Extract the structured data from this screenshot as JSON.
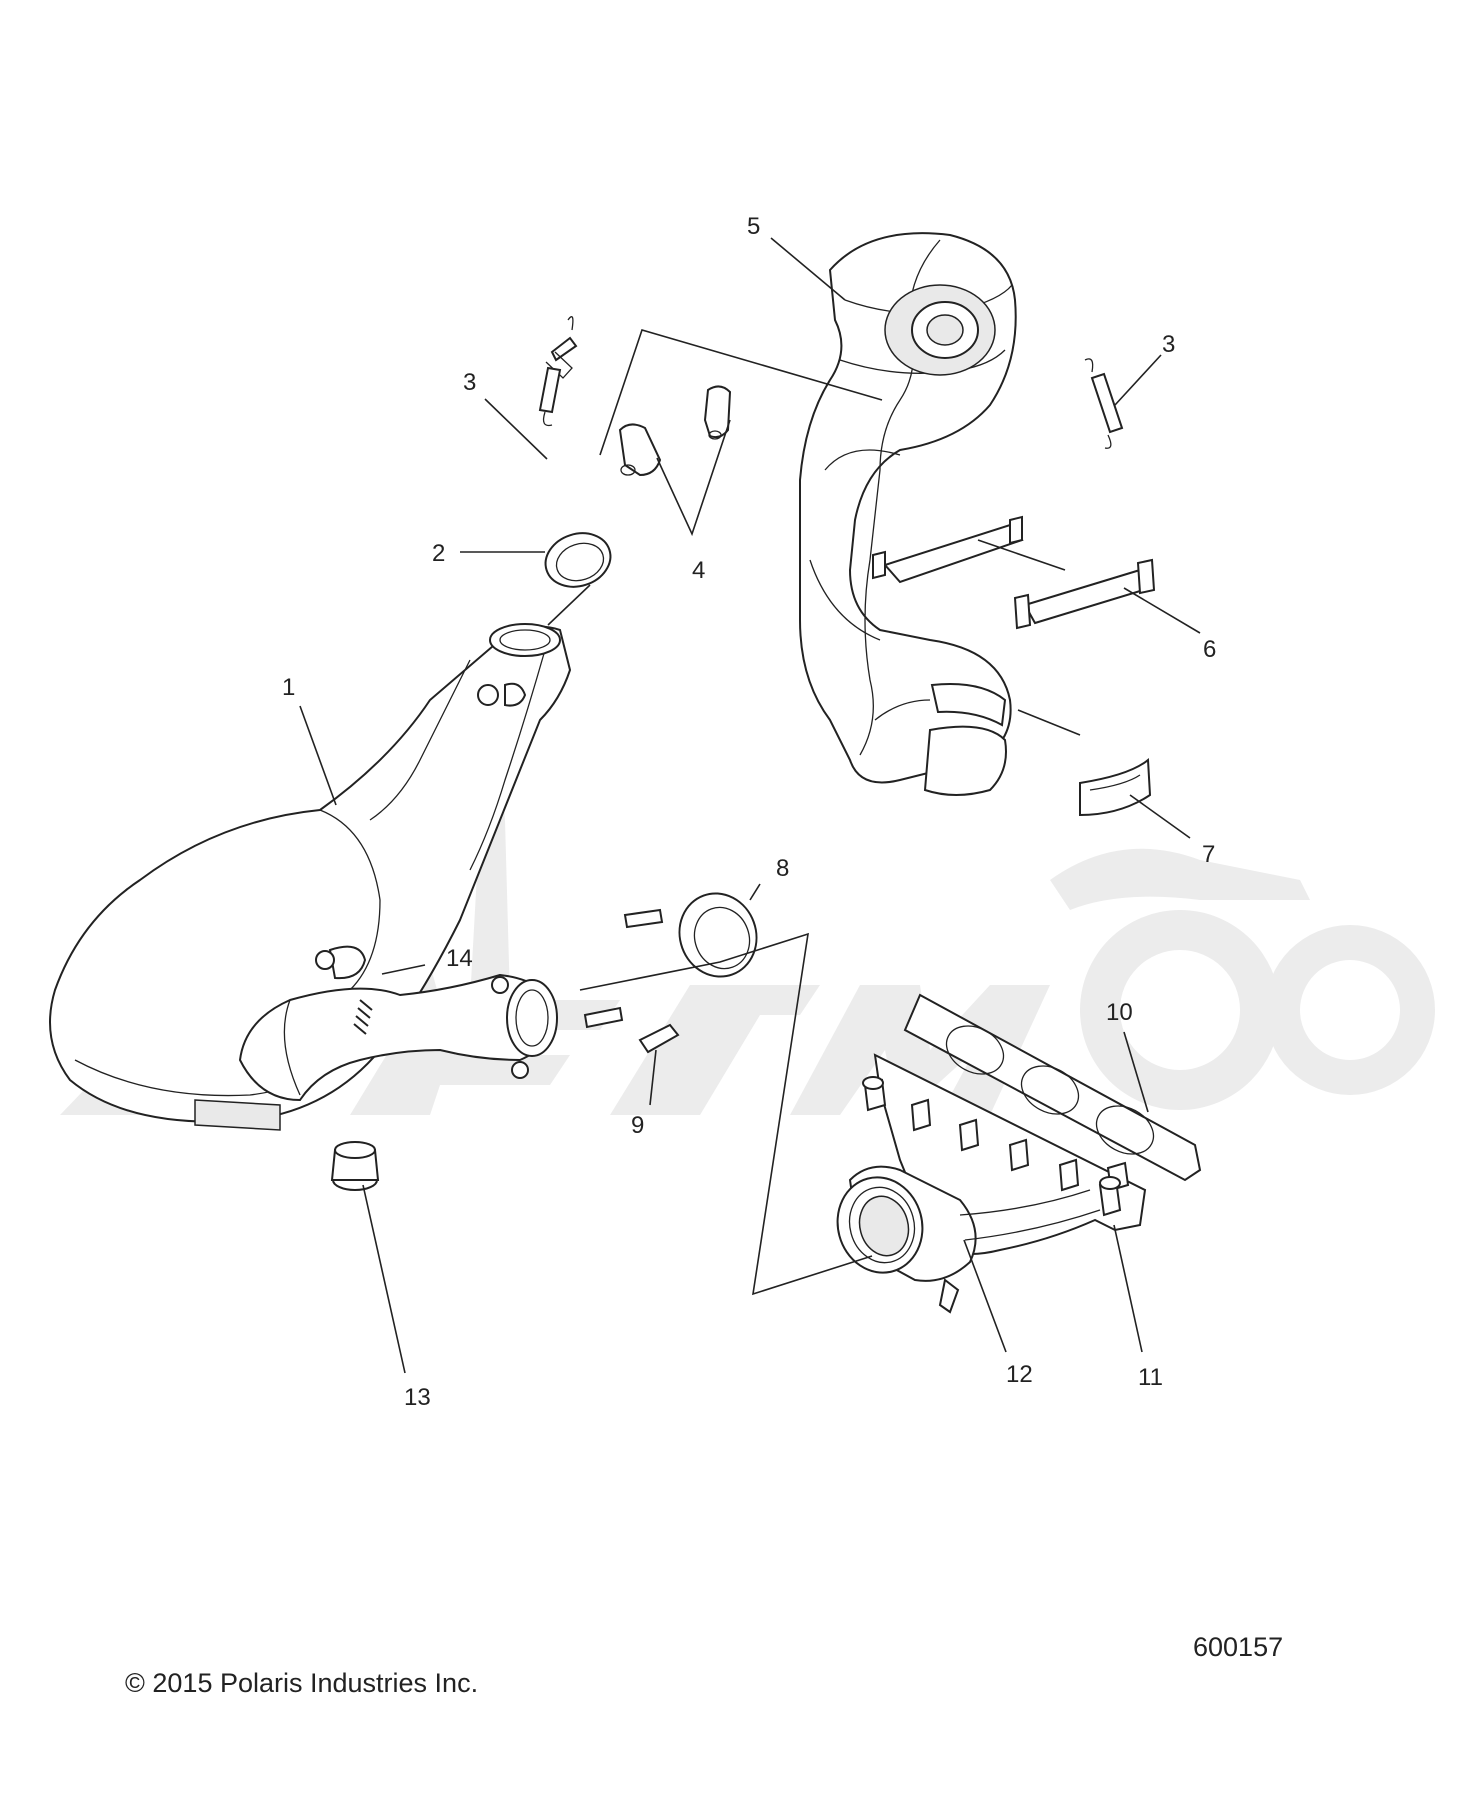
{
  "footer": {
    "copyright": "© 2015 Polaris Industries Inc.",
    "drawing_number": "600157"
  },
  "callouts": [
    {
      "id": "c1",
      "text": "1"
    },
    {
      "id": "c2",
      "text": "2"
    },
    {
      "id": "c3a",
      "text": "3"
    },
    {
      "id": "c3b",
      "text": "3"
    },
    {
      "id": "c4",
      "text": "4"
    },
    {
      "id": "c5",
      "text": "5"
    },
    {
      "id": "c6",
      "text": "6"
    },
    {
      "id": "c7",
      "text": "7"
    },
    {
      "id": "c8",
      "text": "8"
    },
    {
      "id": "c9",
      "text": "9"
    },
    {
      "id": "c10",
      "text": "10"
    },
    {
      "id": "c11",
      "text": "11"
    },
    {
      "id": "c12",
      "text": "12"
    },
    {
      "id": "c13",
      "text": "13"
    },
    {
      "id": "c14",
      "text": "14"
    }
  ],
  "colors": {
    "line": "#222222",
    "watermark": "#ececec",
    "background": "#ffffff"
  }
}
